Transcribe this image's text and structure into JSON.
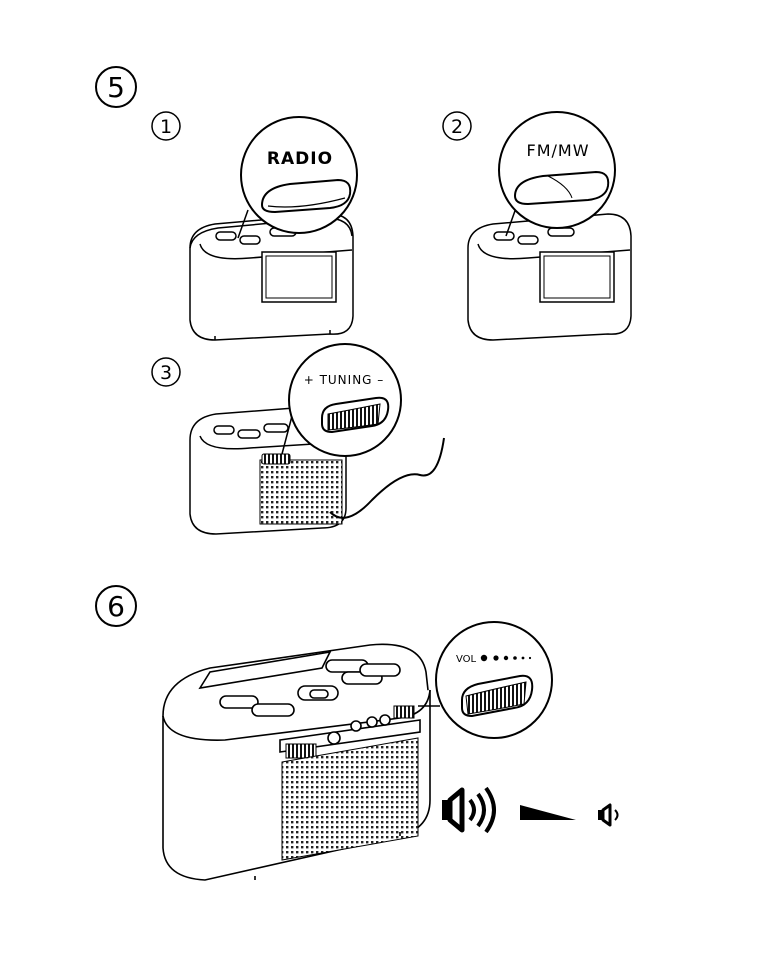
{
  "steps": {
    "five": {
      "number": "5"
    },
    "six": {
      "number": "6"
    }
  },
  "substeps": {
    "one": {
      "number": "1",
      "callout": "RADIO"
    },
    "two": {
      "number": "2",
      "callout": "FM/MW"
    },
    "three": {
      "number": "3",
      "callout": "+ TUNING –"
    }
  },
  "volume": {
    "callout": "VOL",
    "loud_icon": "speaker-loud-icon",
    "ramp_icon": "volume-ramp-icon",
    "quiet_icon": "speaker-quiet-icon"
  },
  "colors": {
    "ink": "#000000",
    "background": "#ffffff"
  }
}
